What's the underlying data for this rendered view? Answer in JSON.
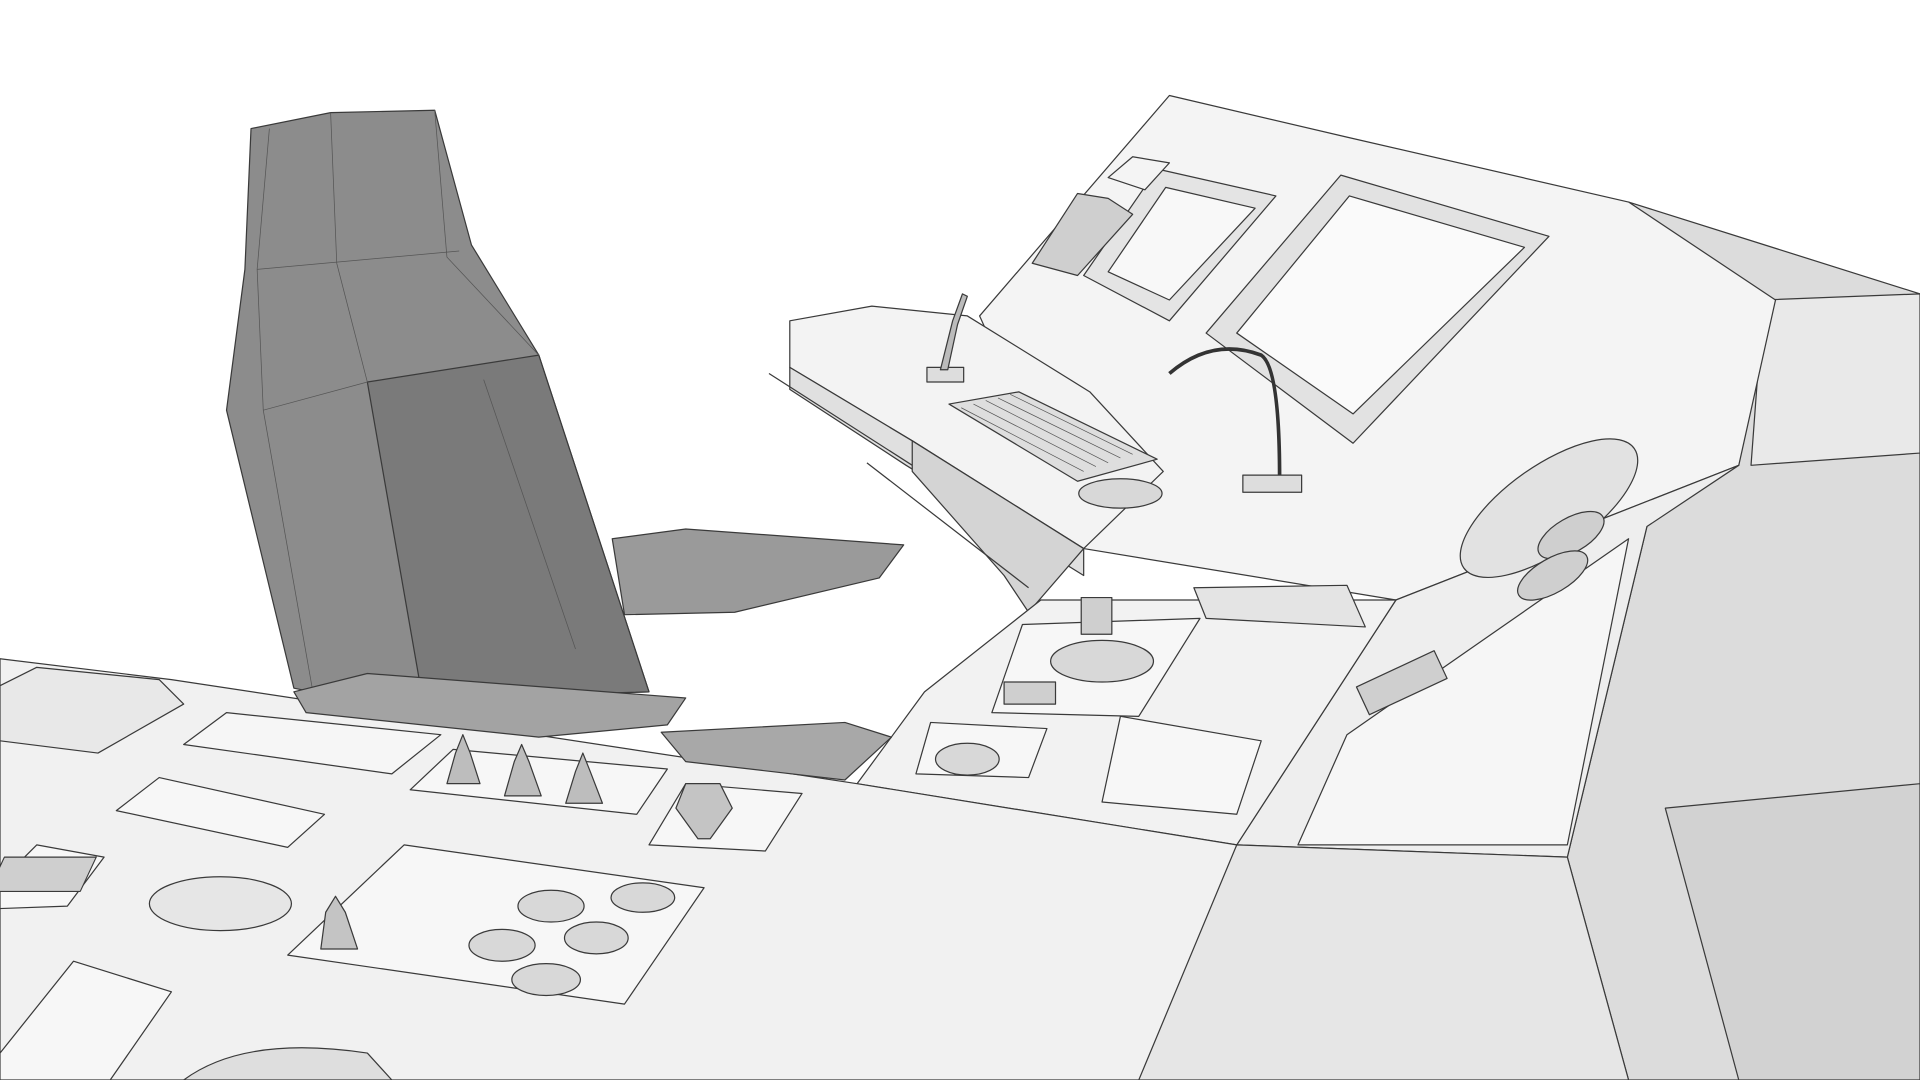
{
  "scene": {
    "colors": {
      "background": "#ffffff",
      "chair": "#8c8c8c",
      "chair_dark": "#6f6f6f",
      "surface": "#f2f2f2",
      "side": "#d9d9d9",
      "wire": "#3a3a3a"
    },
    "objects": [
      "chair",
      "console-desk",
      "console-tower",
      "monitor-small",
      "monitor-large",
      "keyboard",
      "joystick",
      "microphone",
      "control-knobs",
      "button-panels"
    ]
  }
}
